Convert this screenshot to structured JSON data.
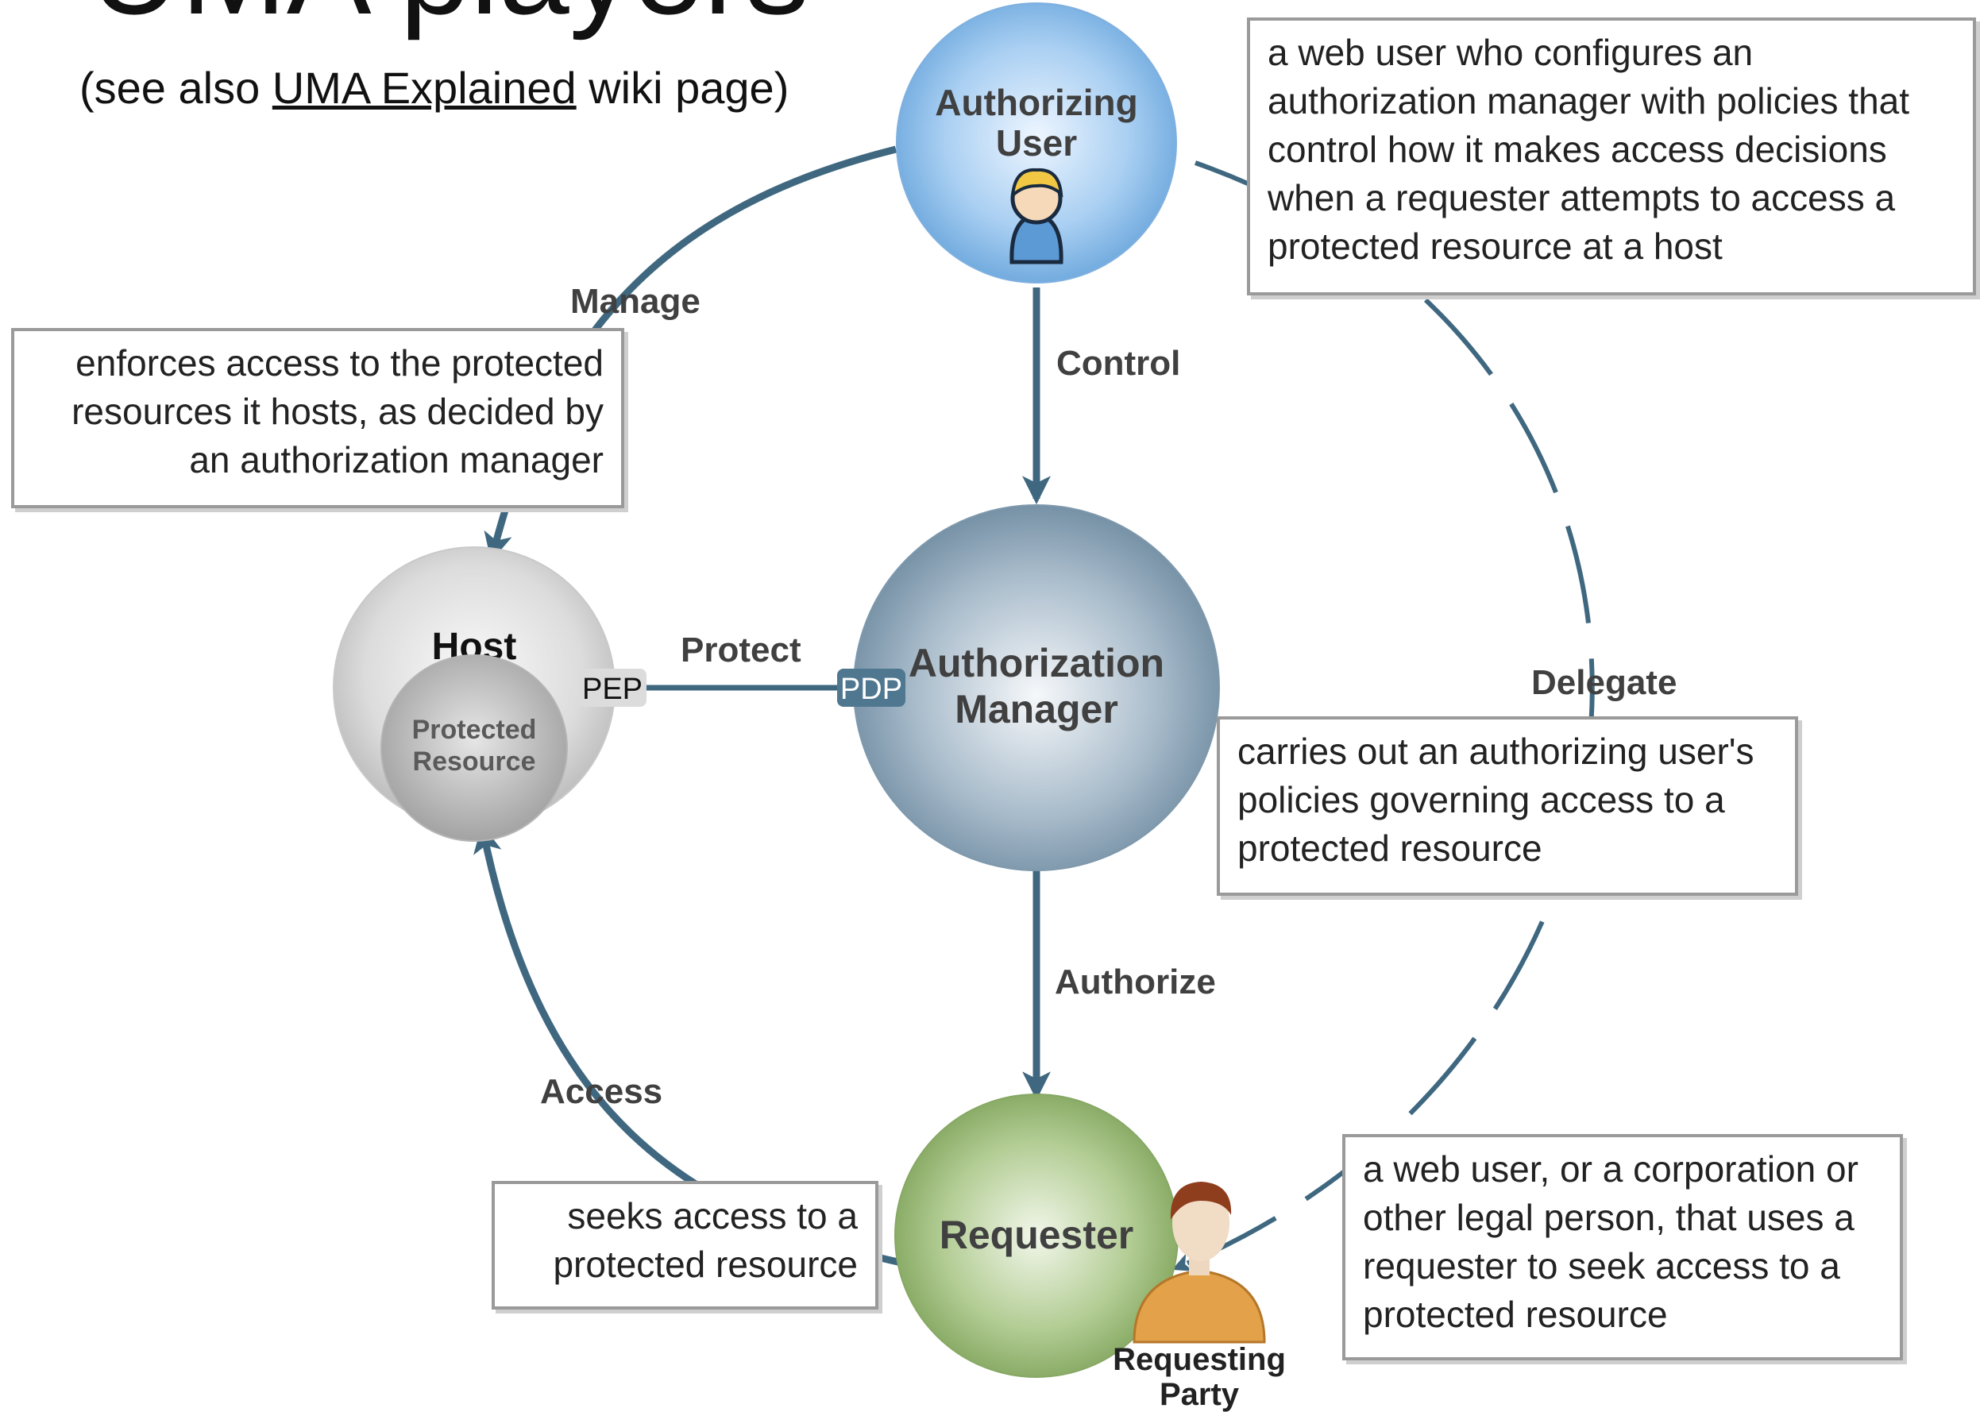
{
  "title": "UMA players",
  "subtitle": {
    "prefix": "(see also ",
    "link_text": "UMA Explained",
    "suffix": " wiki page)"
  },
  "nodes": {
    "authorizing_user": {
      "line1": "Authorizing",
      "line2": "User"
    },
    "authorization_manager": {
      "line1": "Authorization",
      "line2": "Manager"
    },
    "host": {
      "label": "Host",
      "inner_line1": "Protected",
      "inner_line2": "Resource"
    },
    "requester": {
      "label": "Requester"
    },
    "requesting_party": {
      "line1": "Requesting",
      "line2": "Party"
    }
  },
  "ports": {
    "pep": "PEP",
    "pdp": "PDP"
  },
  "edges": {
    "manage": "Manage",
    "control": "Control",
    "protect": "Protect",
    "authorize": "Authorize",
    "access": "Access",
    "delegate": "Delegate"
  },
  "descriptions": {
    "authorizing_user": "a web user who configures an authorization manager with policies that control how it makes access decisions when a requester attempts to access a protected resource at a host",
    "host": "enforces access to the protected resources it hosts, as decided by an authorization manager",
    "authorization_manager": "carries out an authorizing user's policies governing access to a protected resource",
    "requester": "seeks access to a protected resource",
    "requesting_party": "a web user, or a corporation or other legal person, that uses a requester to seek access to a protected resource"
  },
  "colors": {
    "arrow": "#3f6880",
    "authorizing_user_fill": "#7db4e6",
    "authorization_manager_fill": "#7b97ad",
    "host_fill": "#c8c8c8",
    "requester_fill": "#8fb06a"
  },
  "icons": [
    "person-icon",
    "requesting-party-icon"
  ]
}
